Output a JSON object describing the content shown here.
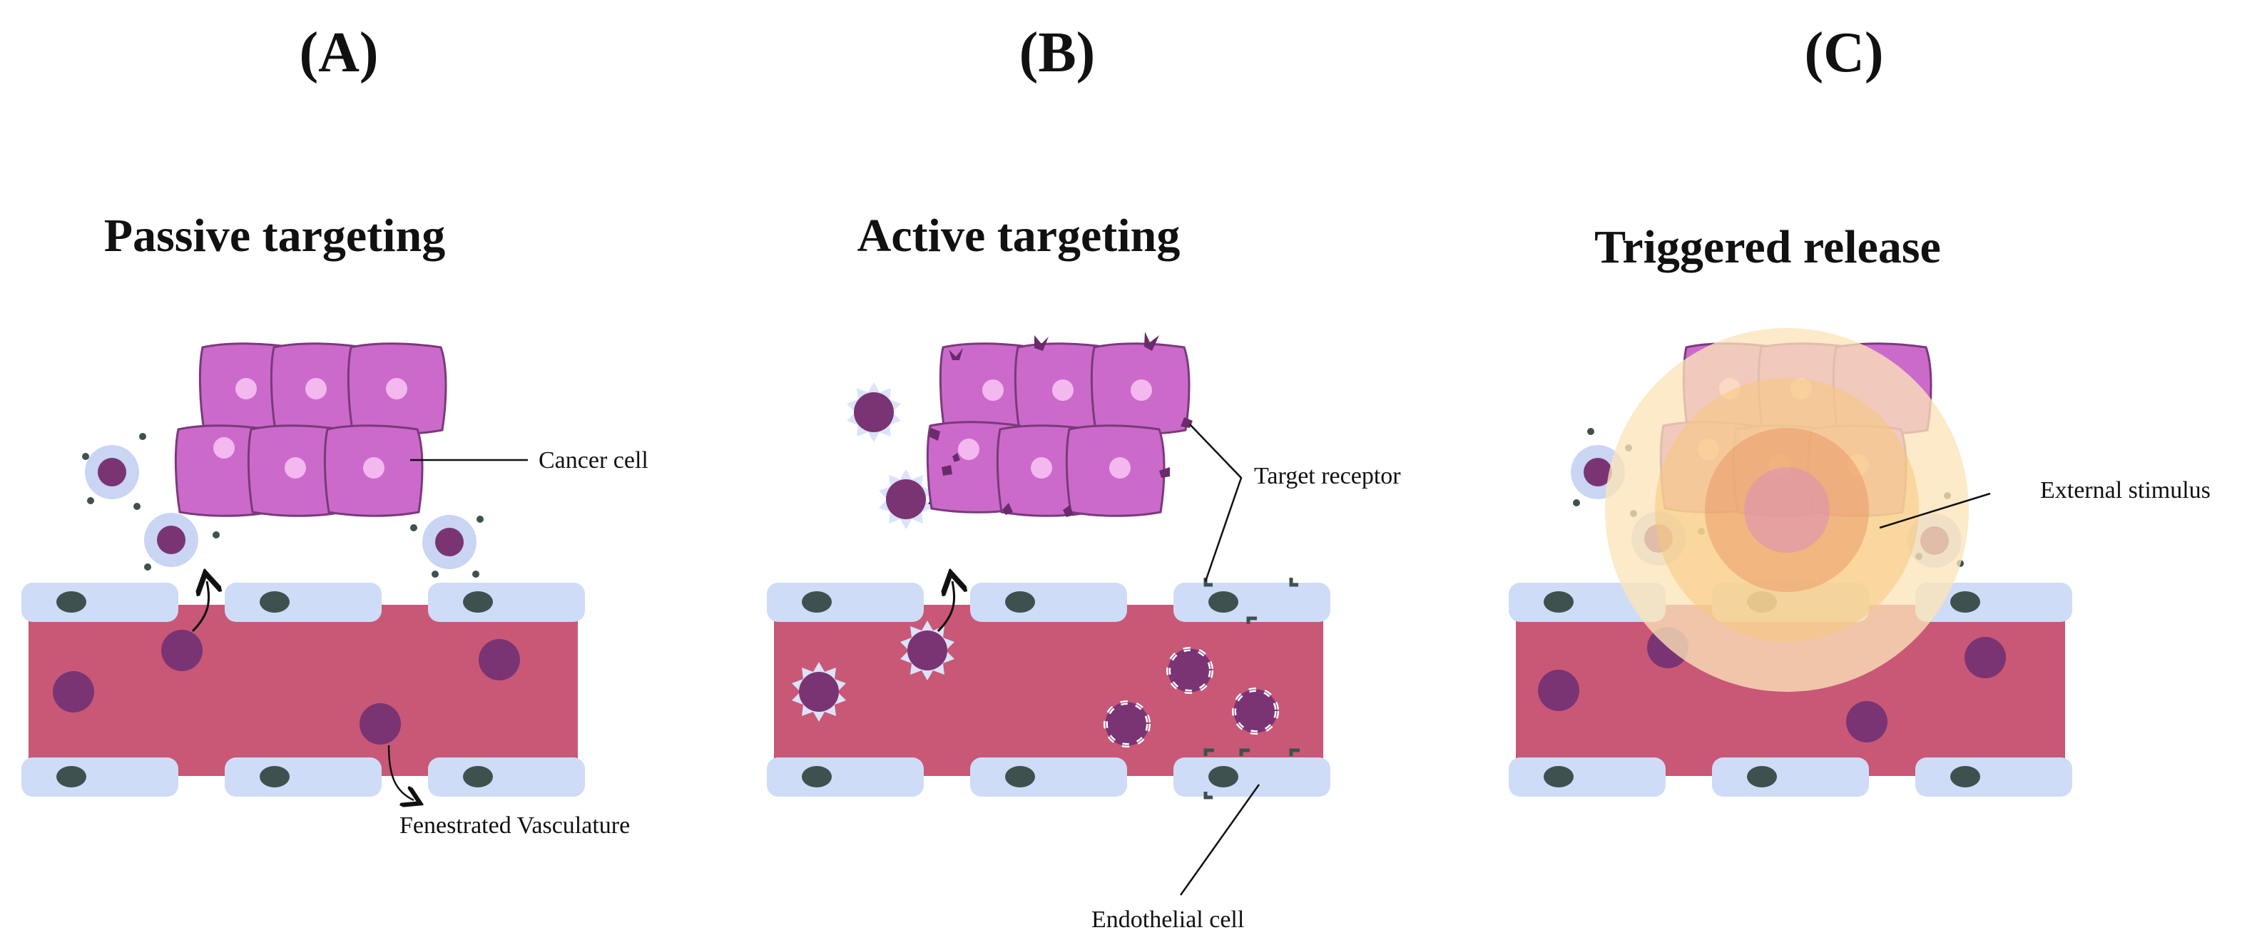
{
  "panels": [
    {
      "letter": "(A)",
      "title": "Passive targeting"
    },
    {
      "letter": "(B)",
      "title": "Active targeting"
    },
    {
      "letter": "(C)",
      "title": "Triggered release"
    }
  ],
  "labels": {
    "cancer_cell": "Cancer cell",
    "fenestrated_vasculature": "Fenestrated Vasculature",
    "target_receptor": "Target receptor",
    "endothelial_cell": "Endothelial cell",
    "external_stimulus": "External stimulus"
  },
  "colors": {
    "vessel": "#c85876",
    "endothelial": "#cfdcf7",
    "endothelial_nucleus": "#3e514f",
    "cancer_cell": "#cc6acc",
    "cancer_cell_outline": "#7a3a7a",
    "cancer_nucleus": "#f3b8ee",
    "nanoparticle": "#7a3474",
    "nanoparticle_shell": "#c9d5f3",
    "receptor": "#6a2b6a",
    "stimulus_outer": "#fbe4b8",
    "stimulus_mid": "#f7c77c",
    "stimulus_inner": "#e88f5b"
  }
}
